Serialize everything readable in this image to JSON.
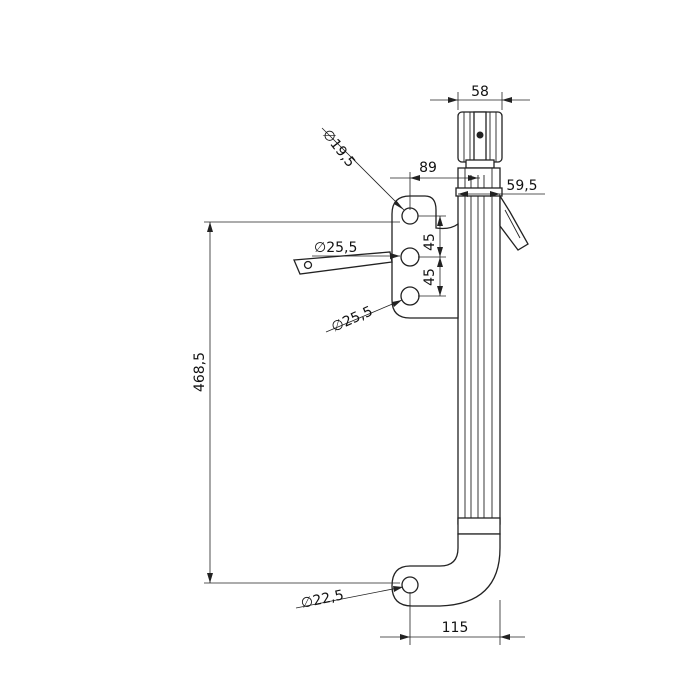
{
  "drawing": {
    "dimensions": {
      "top_width": "58",
      "hole_spacing_horizontal": "89",
      "offset_right": "59,5",
      "hole_spacing_1": "45",
      "hole_spacing_2": "45",
      "overall_height": "468,5",
      "bottom_width": "115"
    },
    "diameters": {
      "top_hole": "∅19,5",
      "middle_hole": "∅25,5",
      "lower_hole": "∅25,5",
      "foot_hole": "∅22,5"
    }
  }
}
